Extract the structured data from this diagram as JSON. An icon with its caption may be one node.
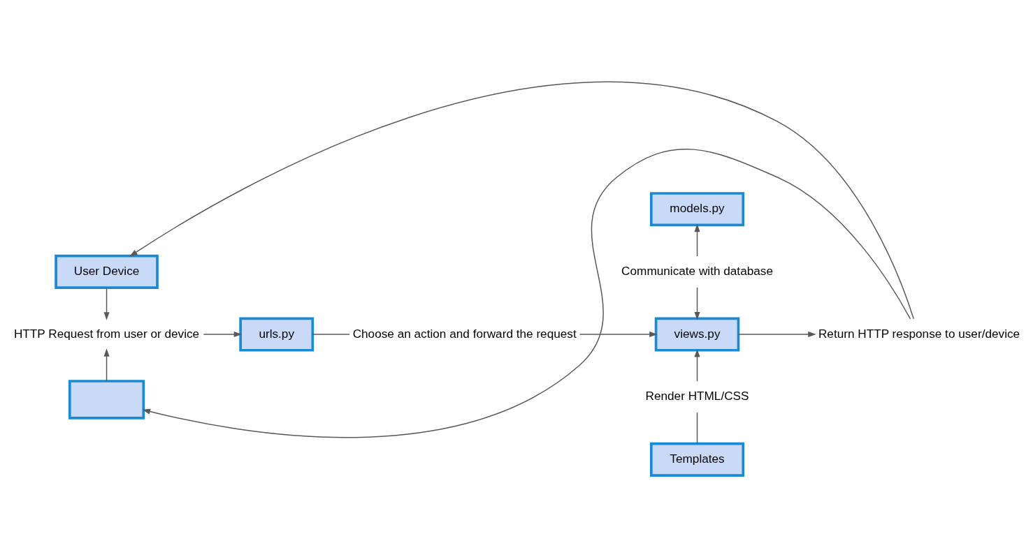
{
  "diagram": {
    "nodes": [
      {
        "text": [
          "User Device"
        ]
      },
      {
        "text": [
          "HTTP Request from user or device"
        ]
      },
      {
        "text": [
          "urls.py"
        ]
      },
      {
        "text": [
          "Choose an action and forward the request"
        ]
      },
      {
        "text": [
          "views.py"
        ]
      },
      {
        "text": [
          "models.py"
        ]
      },
      {
        "text": [
          "Communicate with database"
        ]
      },
      {
        "text": [
          "Render HTML/CSS"
        ]
      },
      {
        "text": [
          "Templates"
        ]
      },
      {
        "text": [
          "Return HTTP response to user/device"
        ]
      },
      {
        "text": [],
        "shape": "box"
      }
    ],
    "edges": [
      {
        "from": 0,
        "to": 1,
        "arrow": "to"
      },
      {
        "from": 10,
        "to": 1,
        "arrow": "to"
      },
      {
        "from": 1,
        "to": 2,
        "arrow": "to"
      },
      {
        "from": 2,
        "to": 3,
        "arrow": "none"
      },
      {
        "from": 3,
        "to": 4,
        "arrow": "to"
      },
      {
        "from": 6,
        "to": 5,
        "arrow": "to"
      },
      {
        "from": 6,
        "to": 4,
        "arrow": "to"
      },
      {
        "from": 8,
        "to": 7,
        "arrow": "none"
      },
      {
        "from": 7,
        "to": 4,
        "arrow": "to"
      },
      {
        "from": 4,
        "to": 9,
        "arrow": "to"
      },
      {
        "from": 9,
        "to": 0,
        "arrow": "to"
      },
      {
        "from": 9,
        "to": 10,
        "arrow": "to"
      }
    ]
  }
}
